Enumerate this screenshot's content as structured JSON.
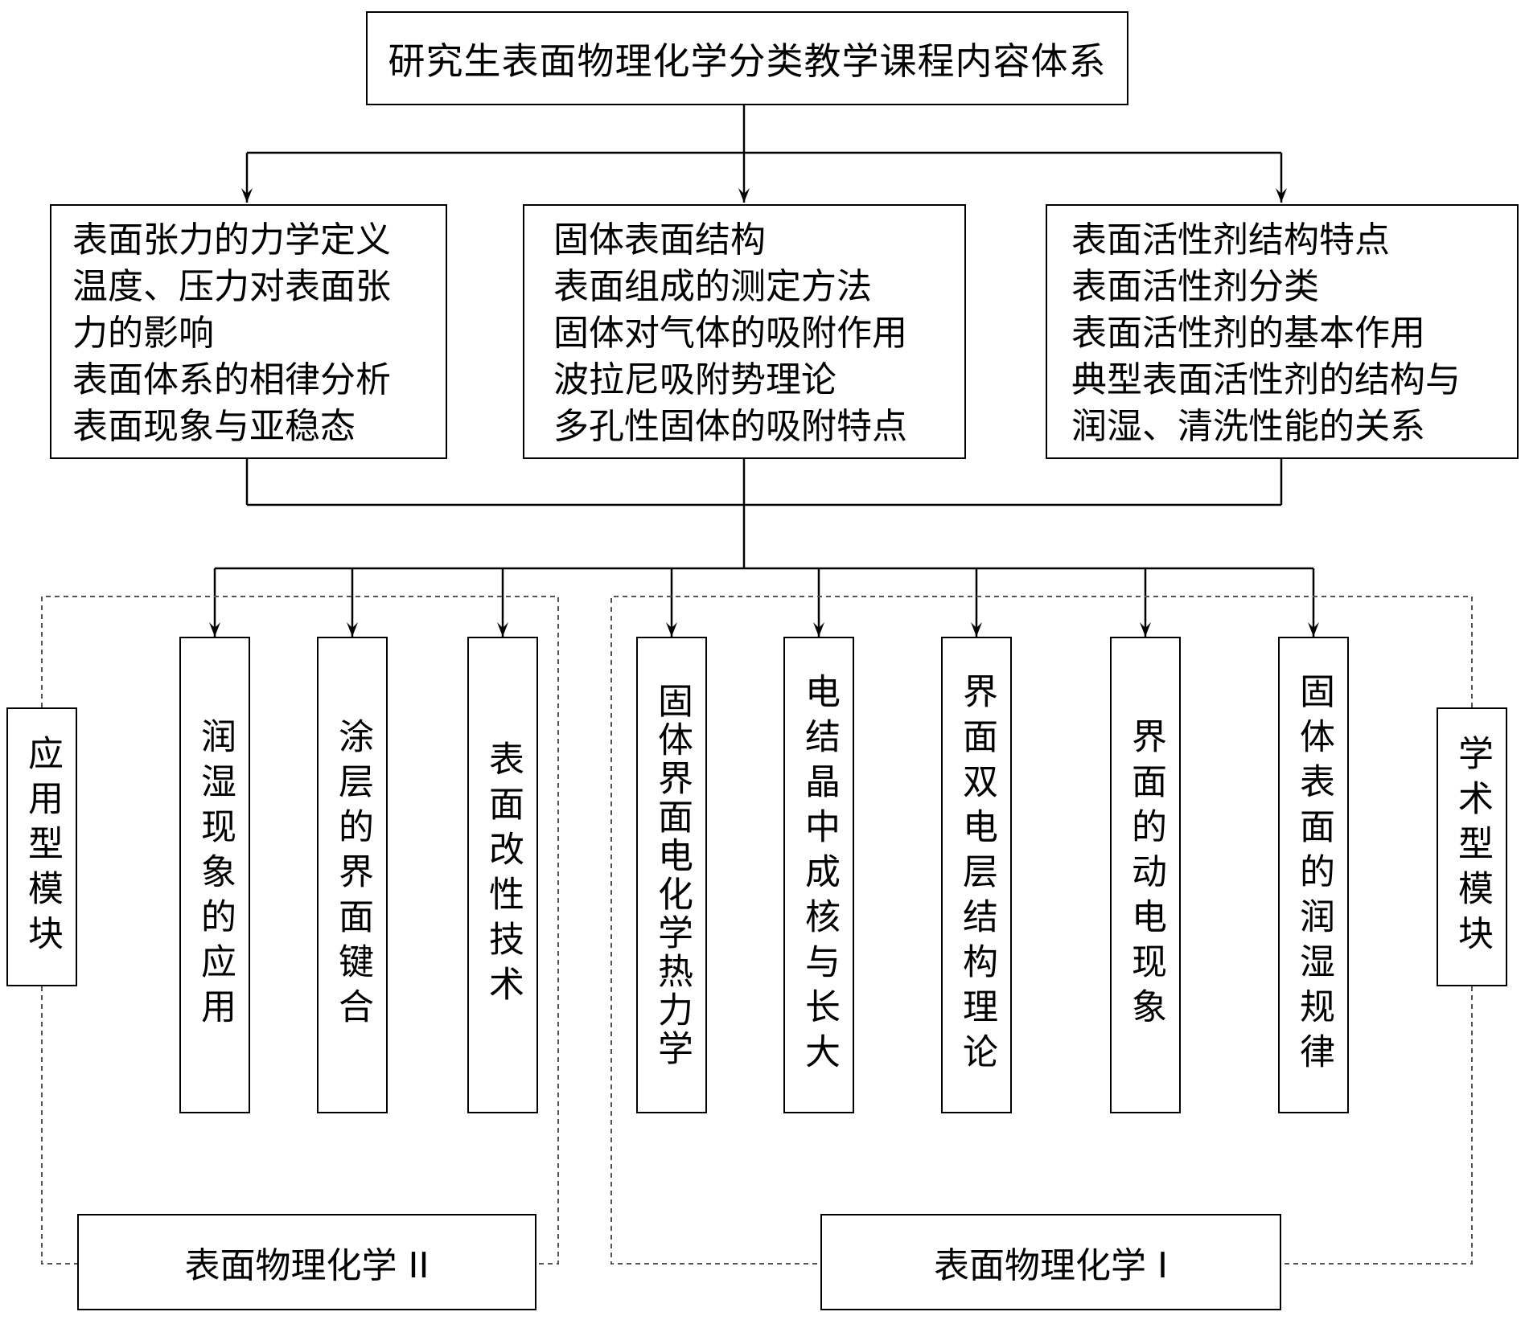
{
  "title": "研究生表面物理化学分类教学课程内容体系",
  "topics": [
    {
      "lines": [
        "表面张力的力学定义",
        "温度、压力对表面张",
        "力的影响",
        "表面体系的相律分析",
        "表面现象与亚稳态"
      ]
    },
    {
      "lines": [
        "固体表面结构",
        "表面组成的测定方法",
        "固体对气体的吸附作用",
        "波拉尼吸附势理论",
        "多孔性固体的吸附特点"
      ]
    },
    {
      "lines": [
        "表面活性剂结构特点",
        "表面活性剂分类",
        "表面活性剂的基本作用",
        "典型表面活性剂的结构与",
        "润湿、清洗性能的关系"
      ]
    }
  ],
  "applied_topics": [
    "润湿现象的应用",
    "涂层的界面键合",
    "表面改性技术"
  ],
  "academic_topics": [
    "固体界面电化学热力学",
    "电结晶中成核与长大",
    "界面双电层结构理论",
    "界面的动电现象",
    "固体表面的润湿规律"
  ],
  "applied_module_label": "应用型模块",
  "academic_module_label": "学术型模块",
  "course_ii": "表面物理化学 II",
  "course_i": "表面物理化学 I"
}
